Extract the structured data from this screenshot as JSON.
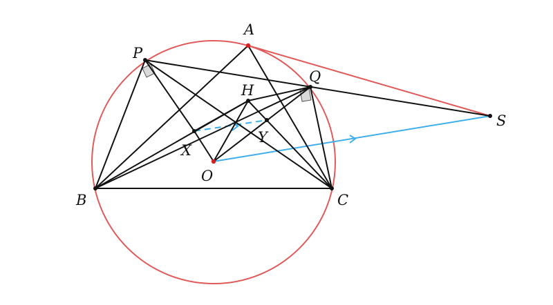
{
  "points": {
    "A": "A",
    "B": "B",
    "C": "C",
    "P": "P",
    "Q": "Q",
    "H": "H",
    "X": "X",
    "Y": "Y",
    "O": "O",
    "S": "S"
  },
  "colors": {
    "circle": "#e05a5a",
    "tangent": "#e05a5a",
    "parallel": "#3daee9",
    "segments": "#111111",
    "red_point": "#d62020",
    "right_angle_fill": "#d9d9d9"
  }
}
